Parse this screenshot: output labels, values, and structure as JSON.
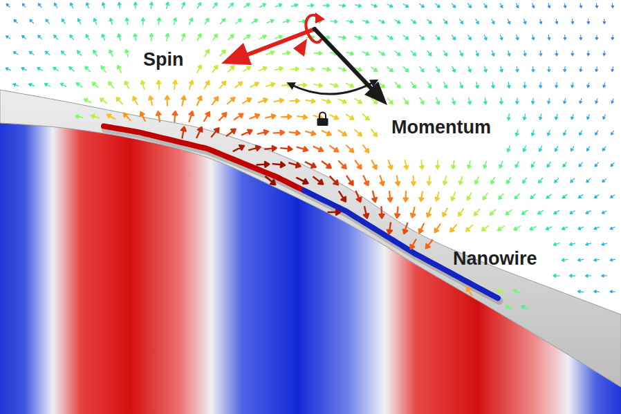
{
  "diagram": {
    "labels": [
      "Spin",
      "Momentum",
      "Nanowire"
    ]
  }
}
